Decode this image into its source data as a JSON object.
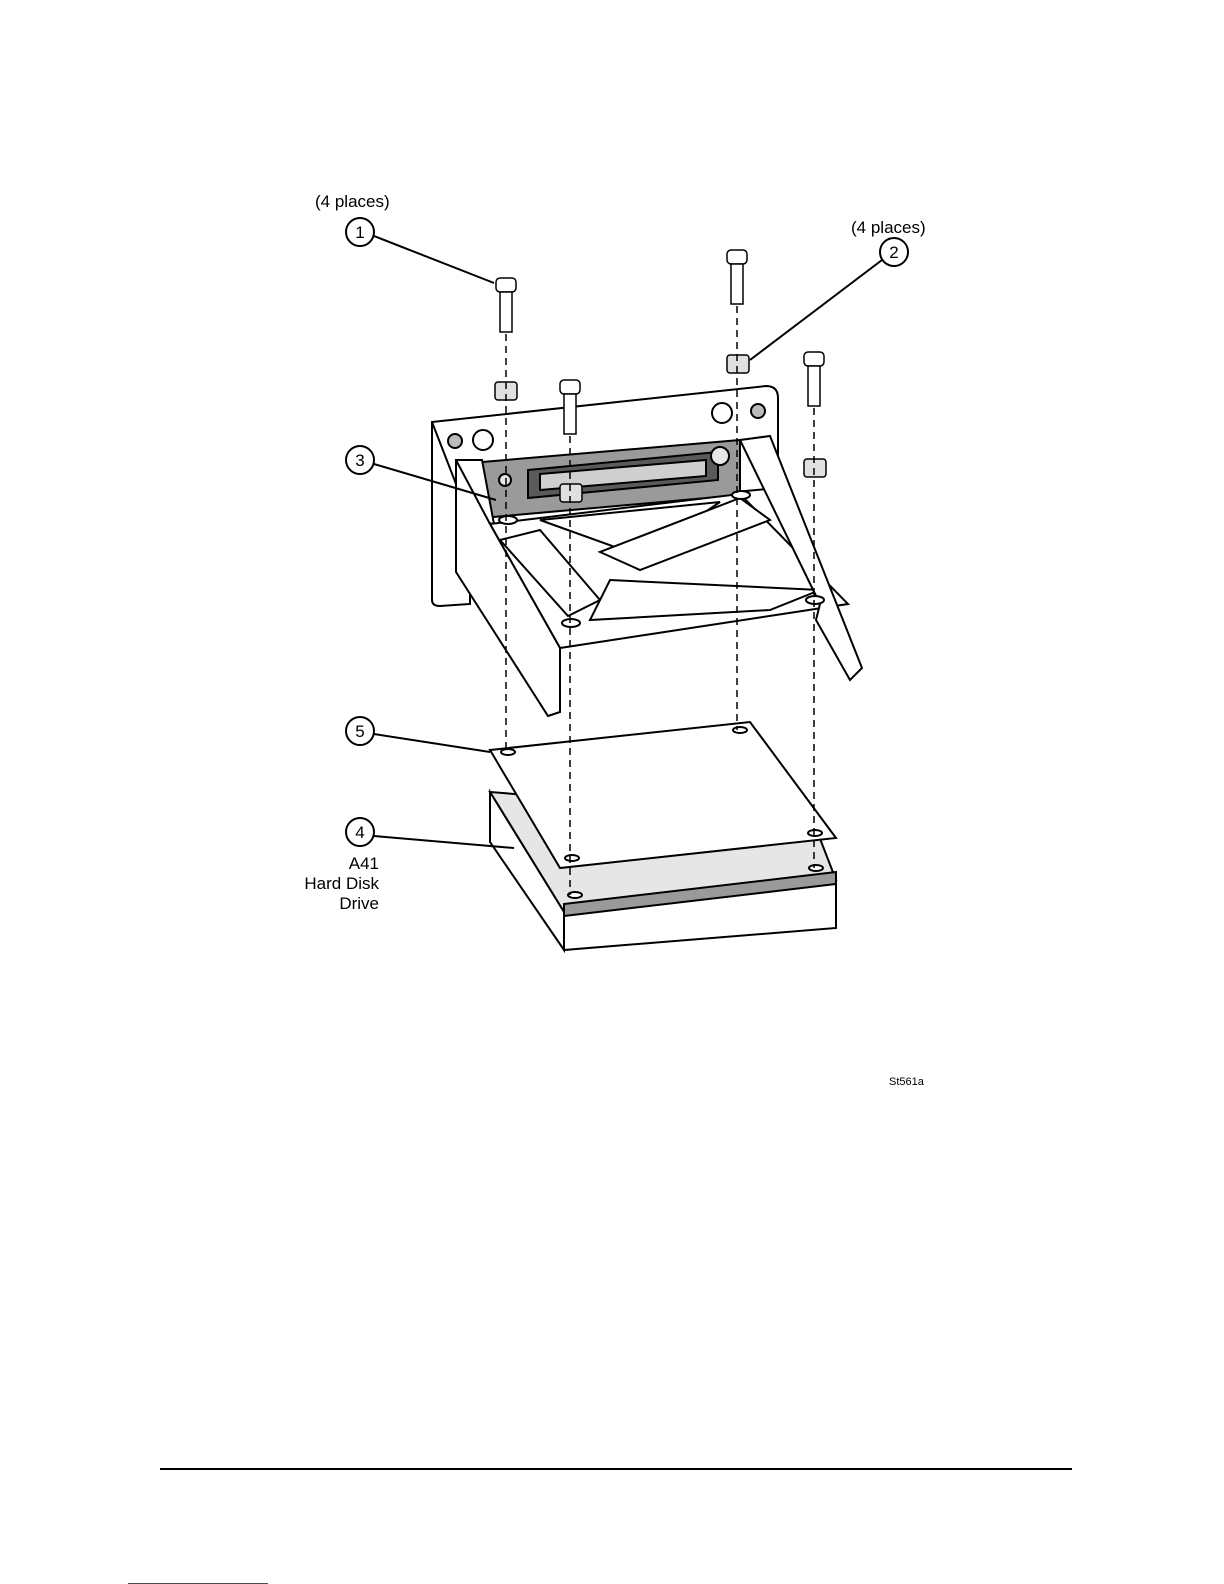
{
  "figure": {
    "callout_1": {
      "number": "1",
      "note": "(4 places)"
    },
    "callout_2": {
      "number": "2",
      "note": "(4 places)"
    },
    "callout_3": {
      "number": "3"
    },
    "callout_4": {
      "number": "4",
      "line1": "A41",
      "line2": "Hard Disk",
      "line3": "Drive"
    },
    "callout_5": {
      "number": "5"
    },
    "figure_id": "St561a"
  }
}
